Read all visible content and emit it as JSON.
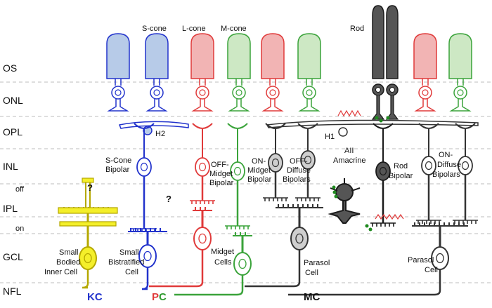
{
  "colors": {
    "s_cone": "#b7cbe8",
    "s_cone_stroke": "#2233cc",
    "l_cone": "#f2b4b4",
    "l_cone_stroke": "#e03a3a",
    "m_cone": "#cde8c4",
    "m_cone_stroke": "#3aa33a",
    "rod": "#555555",
    "rod_stroke": "#1a1a1a",
    "bipolar_gray": "#cfcfcf",
    "yellow_cell": "#f4ef2a",
    "kc_text": "#2233cc",
    "pc_p": "#e03a3a",
    "pc_c": "#2e9a2e",
    "mc_text": "#111111",
    "dashed_line": "#bdbdbd",
    "gap_junction": "#1f8a1f",
    "synapse_zigzag": "#e03a3a"
  },
  "layers": [
    {
      "key": "os",
      "label": "OS"
    },
    {
      "key": "onl",
      "label": "ONL"
    },
    {
      "key": "opl",
      "label": "OPL"
    },
    {
      "key": "inl",
      "label": "INL"
    },
    {
      "key": "off",
      "label": "off"
    },
    {
      "key": "ipl",
      "label": "IPL"
    },
    {
      "key": "on",
      "label": "on"
    },
    {
      "key": "gcl",
      "label": "GCL"
    },
    {
      "key": "nfl",
      "label": "NFL"
    }
  ],
  "photoreceptor_labels": {
    "s_cone": "S-cone",
    "l_cone": "L-cone",
    "m_cone": "M-cone",
    "rod": "Rod"
  },
  "cell_labels": {
    "h2": "H2",
    "h1": "H1",
    "s_cone_bipolar": [
      "S-Cone",
      "Bipolar"
    ],
    "off_midget_bipolar": [
      "OFF-",
      "Midget",
      "Bipolar"
    ],
    "on_midget_bipolar": [
      "ON-",
      "Midget",
      "Bipolar"
    ],
    "off_diffuse_bipolars": [
      "OFF-",
      "Diffuse",
      "Bipolars"
    ],
    "all_amacrine": [
      "AII",
      "Amacrine"
    ],
    "rod_bipolar": [
      "Rod",
      "Bipolar"
    ],
    "on_diffuse_bipolars": [
      "ON-",
      "Diffuse",
      "Bipolars"
    ],
    "small_bodied_inner_cell": [
      "Small",
      "Bodied",
      "Inner Cell"
    ],
    "small_bistratified_cell": [
      "Small",
      "Bistratified",
      "Cell"
    ],
    "midget_cells": [
      "Midget",
      "Cells"
    ],
    "parasol_cell_left": [
      "Parasol",
      "Cell"
    ],
    "parasol_cell_right": [
      "Parasol",
      "Cell"
    ],
    "question_mark": "?"
  },
  "pathway_labels": {
    "kc": "KC",
    "pc_p": "P",
    "pc_c": "C",
    "mc": "MC"
  }
}
